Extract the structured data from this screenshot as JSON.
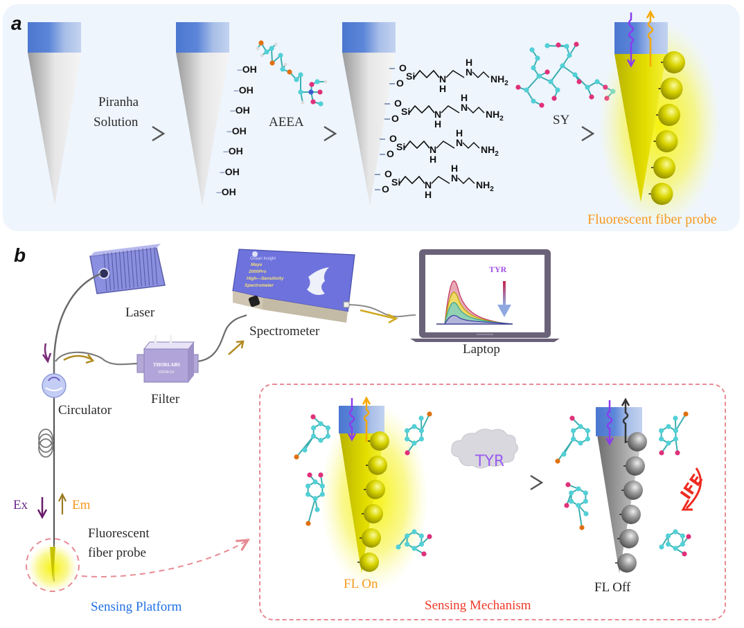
{
  "panel_a": {
    "letter": "a",
    "steps": [
      {
        "label_line1": "Piranha",
        "label_line2": "Solution"
      },
      {
        "label": "AEEA"
      },
      {
        "label": "SY"
      }
    ],
    "hydroxyl_group": "OH",
    "hydroxyl_count": 7,
    "silane_chain": {
      "o_top": "O",
      "o_bottom": "O",
      "si": "Si",
      "n1": "N",
      "h1": "H",
      "n2": "N",
      "h2": "H",
      "amine": "NH",
      "subscript": "2"
    },
    "silane_count": 4,
    "product_label": "Fluorescent fiber probe",
    "product_bead_count": 6
  },
  "panel_b": {
    "letter": "b",
    "devices": {
      "laser": "Laser",
      "spectrometer": "Spectrometer",
      "spectrometer_brand": "Ocean Insight",
      "spectrometer_model_lines": [
        "Maya",
        "2000Pro",
        "High—Sensitivity",
        "Spectrometer"
      ],
      "laptop": "Laptop",
      "laptop_screen_label": "TYR",
      "filter": "Filter",
      "filter_brand": "THORLABS",
      "filter_model": "FDFM-CX",
      "circulator": "Circulator"
    },
    "ex_label": "Ex",
    "em_label": "Em",
    "probe_label_line1": "Fluorescent",
    "probe_label_line2": "fiber probe",
    "platform_label": "Sensing Platform",
    "mechanism": {
      "title": "Sensing Mechanism",
      "analyte": "TYR",
      "state_on": "FL On",
      "state_off": "FL Off",
      "effect": "IFE"
    }
  },
  "colors": {
    "panel_a_bg": "#eef5fd",
    "panel_b_bg": "#f3f2fc",
    "fiber_blue": "#4f7bd4",
    "fluor_yellow": "#f2ef2a",
    "label_orange": "#f79a1e",
    "label_blue": "#1f6fe6",
    "label_red": "#ee3a28",
    "ex_purple": "#7b2a93",
    "device_purple": "#6d72dc"
  }
}
